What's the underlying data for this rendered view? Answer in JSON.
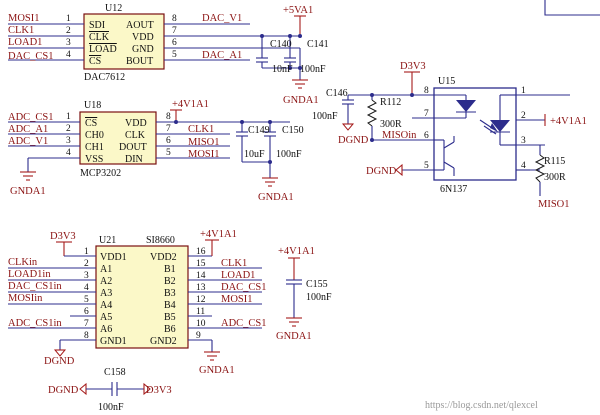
{
  "u12": {
    "ref": "U12",
    "part": "DAC7612",
    "pins_left": [
      "SDI",
      "CLK",
      "LOAD",
      "CS"
    ],
    "pins_right": [
      "AOUT",
      "VDD",
      "GND",
      "BOUT"
    ],
    "pin_numbers_left": [
      "1",
      "2",
      "3",
      "4"
    ],
    "pin_numbers_right": [
      "8",
      "7",
      "6",
      "5"
    ],
    "nets_left": [
      "MOSI1",
      "CLK1",
      "LOAD1",
      "DAC_CS1"
    ],
    "nets_right": [
      "DAC_V1",
      "DAC_A1"
    ],
    "power": "+5VA1",
    "ground": "GNDA1",
    "cap_a_ref": "C140",
    "cap_a_value": "10nF",
    "cap_b_ref": "C141",
    "cap_b_value": "100nF"
  },
  "u18": {
    "ref": "U18",
    "part": "MCP3202",
    "pins_left": [
      "CS",
      "CH0",
      "CH1",
      "VSS"
    ],
    "pins_right": [
      "VDD",
      "CLK",
      "DOUT",
      "DIN"
    ],
    "pin_numbers_left": [
      "1",
      "2",
      "3",
      "4"
    ],
    "pin_numbers_right": [
      "8",
      "7",
      "6",
      "5"
    ],
    "nets_left": [
      "ADC_CS1",
      "ADC_A1",
      "ADC_V1"
    ],
    "nets_right": [
      "CLK1",
      "MISO1",
      "MOSI1"
    ],
    "power": "+4V1A1",
    "ground": "GNDA1",
    "cap_a_ref": "C149",
    "cap_a_value": "10uF",
    "cap_b_ref": "C150",
    "cap_b_value": "100nF"
  },
  "u15": {
    "ref": "U15",
    "part": "6N137",
    "supply": "D3V3",
    "ground": "DGND",
    "cap_ref": "C146",
    "cap_value": "100nF",
    "cap_ground": "DGND",
    "r_in_ref": "R112",
    "r_in_value": "300R",
    "r_out_ref": "R115",
    "r_out_value": "300R",
    "pin_numbers_left": [
      "8",
      "7",
      "6",
      "5"
    ],
    "pin_numbers_right": [
      "1",
      "2",
      "3",
      "4"
    ],
    "net_in": "MISOin",
    "net_out": "MISO1",
    "power_out": "+4V1A1"
  },
  "u21": {
    "ref": "U21",
    "part": "SI8660",
    "pins_left": [
      "VDD1",
      "A1",
      "A2",
      "A3",
      "A4",
      "A5",
      "A6",
      "GND1"
    ],
    "pins_right": [
      "VDD2",
      "B1",
      "B2",
      "B3",
      "B4",
      "B5",
      "B6",
      "GND2"
    ],
    "pin_numbers_left": [
      "1",
      "2",
      "3",
      "4",
      "5",
      "6",
      "7",
      "8"
    ],
    "pin_numbers_right": [
      "16",
      "15",
      "14",
      "13",
      "12",
      "11",
      "10",
      "9"
    ],
    "nets_left": [
      "CLKin",
      "LOAD1in",
      "DAC_CS1in",
      "MOSIin",
      "ADC_CS1in"
    ],
    "nets_right": [
      "CLK1",
      "LOAD1",
      "DAC_CS1",
      "MOSI1",
      "ADC_CS1"
    ],
    "supply_left": "D3V3",
    "ground_left": "DGND",
    "supply_right": "+4V1A1",
    "ground_right": "GNDA1"
  },
  "c155": {
    "ref": "C155",
    "value": "100nF",
    "power": "+4V1A1",
    "ground": "GNDA1"
  },
  "c158": {
    "ref": "C158",
    "value": "100nF",
    "left_net": "DGND",
    "right_net": "D3V3"
  },
  "watermark": "https://blog.csdn.net/qlexcel",
  "colors": {
    "wire": "#2c2c8c",
    "net_label": "#8b1313",
    "chip_fill": "#fbf8c8",
    "chip_border": "#7a1010",
    "power_symbol": "#a51b1b"
  }
}
